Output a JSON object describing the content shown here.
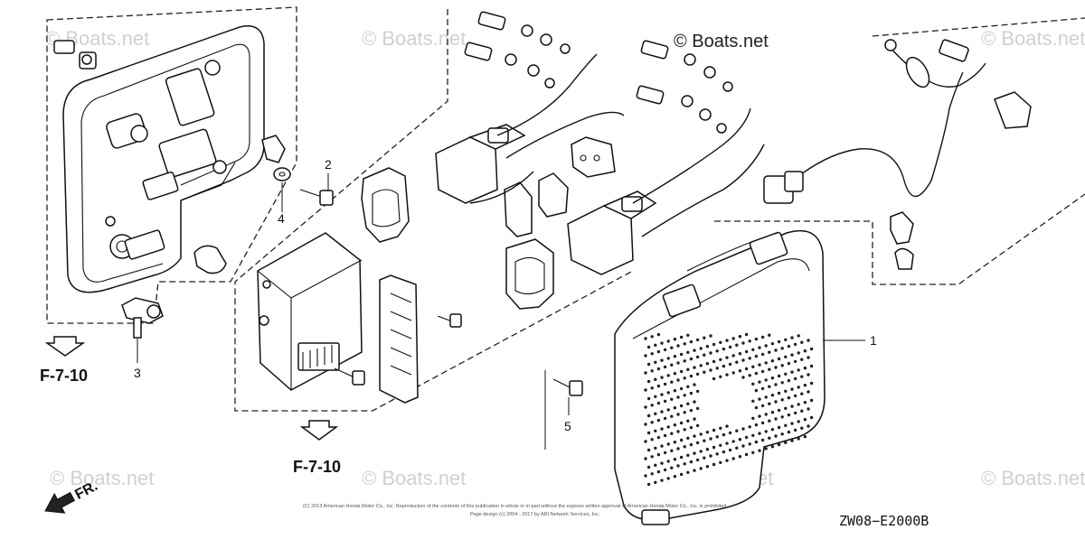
{
  "watermarks": {
    "text": "© Boats.net",
    "prominent": "© Boats.net"
  },
  "callouts": [
    {
      "id": "1",
      "label": "1"
    },
    {
      "id": "2",
      "label": "2"
    },
    {
      "id": "3",
      "label": "3"
    },
    {
      "id": "4",
      "label": "4"
    },
    {
      "id": "5",
      "label": "5"
    }
  ],
  "references": {
    "left": "F-7-10",
    "center": "F-7-10"
  },
  "direction_label": "FR.",
  "diagram_code": "ZW08−E2000B",
  "copyright_line1": "(C) 2013 American Honda Motor Co., Inc. Reproduction of the contents of this publication in whole or in part without the express written approval of American Honda Motor Co., Inc. is prohibited.",
  "copyright_line2": "Page design (c) 2004 - 2017 by ARI Network Services, Inc."
}
